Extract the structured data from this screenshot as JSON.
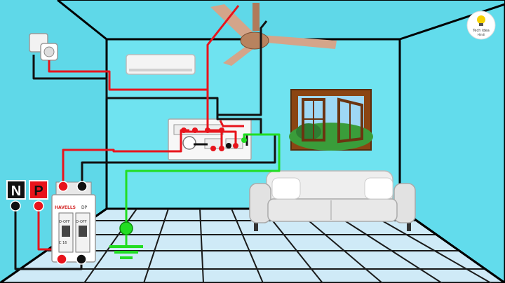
{
  "terminals": {
    "neutral": "N",
    "phase": "P"
  },
  "mcb": {
    "brand": "HAVELLS",
    "type": "DP",
    "left_switch_text": "O-OFF",
    "right_switch_text": "O-OFF",
    "rating": "C 16"
  },
  "logo": {
    "line1": "Tech Idea",
    "line2": "Hindi"
  },
  "colors": {
    "wall": "#6fe3f0",
    "floor_tile": "#cfeaf7",
    "phase_wire": "#e8141c",
    "neutral_wire": "#111111",
    "earth_wire": "#22dd22",
    "window_frame": "#a0522d",
    "sofa": "#e6e6e6"
  },
  "icons": [
    "bulb-holder-icon",
    "ac-unit-icon",
    "ceiling-fan-icon",
    "window-icon",
    "sofa-icon",
    "earth-ground-icon",
    "switchboard-icon",
    "mcb-icon",
    "logo-icon"
  ]
}
